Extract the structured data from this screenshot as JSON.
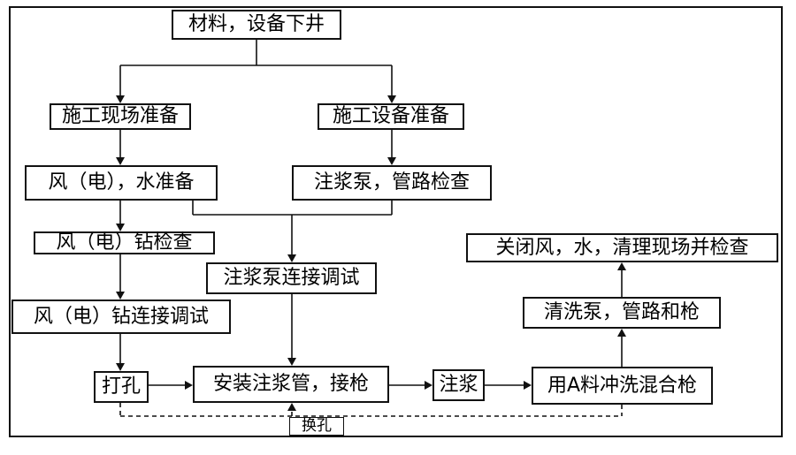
{
  "steps": {
    "materials": "材料，设备下井",
    "site_prep": "施工现场准备",
    "equip_prep": "施工设备准备",
    "wind_water": "风（电），水准备",
    "pump_check": "注浆泵，管路检查",
    "drill_check": "风（电）钻检查",
    "pump_debug": "注浆泵连接调试",
    "drill_debug": "风（电）钻连接调试",
    "drill_hole": "打孔",
    "install_pipe": "安装注浆管，接枪",
    "grouting": "注浆",
    "flush_gun": "用A料冲洗混合枪",
    "clean_pump": "清洗泵，管路和枪",
    "shutdown": "关闭风，水，清理现场并检查"
  },
  "loop_label": "换孔"
}
